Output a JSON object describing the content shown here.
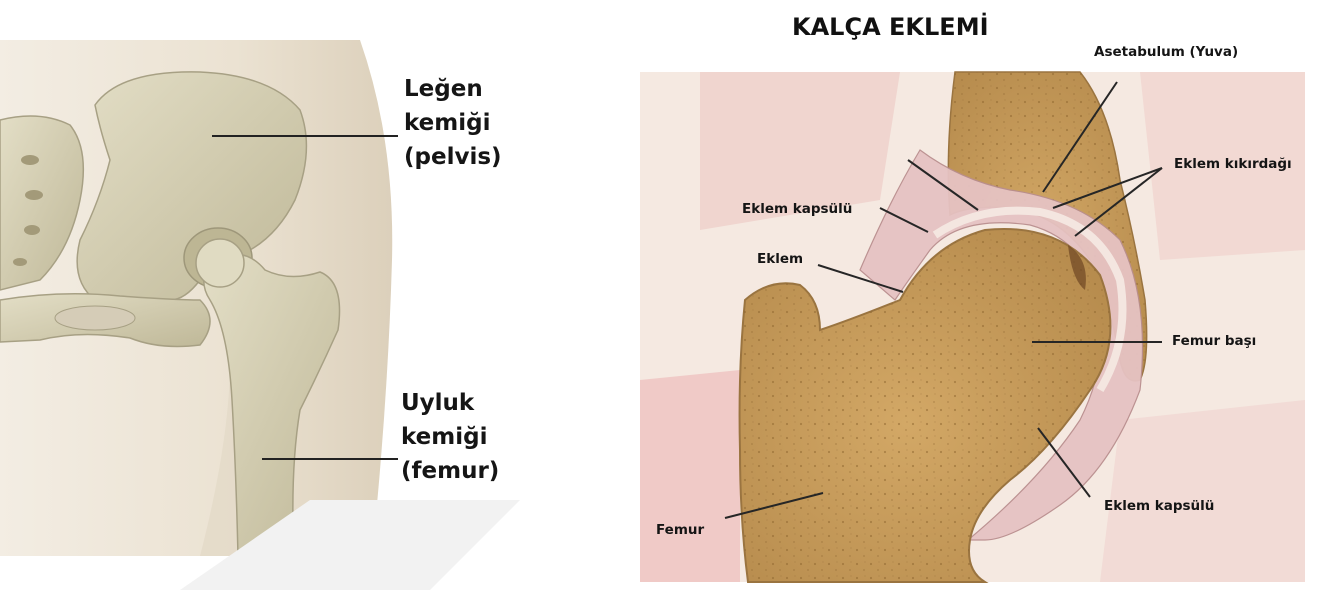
{
  "left_panel": {
    "labels": {
      "pelvis": [
        "Leğen",
        "kemiği",
        "(pelvis)"
      ],
      "femur": [
        "Uyluk",
        "kemiği",
        "(femur)"
      ]
    }
  },
  "right_panel": {
    "title": "KALÇA EKLEMİ",
    "labels": {
      "acetabulum": "Asetabulum (Yuva)",
      "cartilage": "Eklem kıkırdağı",
      "capsule_top": "Eklem kapsülü",
      "joint": "Eklem",
      "femur_head": "Femur başı",
      "capsule_bottom": "Eklem kapsülü",
      "femur": "Femur"
    }
  },
  "colors": {
    "bone": "#d8d3b8",
    "bone_shadow": "#b9b393",
    "skin": "#ebe2d2",
    "cortex": "#c9a055",
    "marrow": "#b98c4e",
    "capsule": "#e2bdbd",
    "muscle": "#efc9c9"
  }
}
